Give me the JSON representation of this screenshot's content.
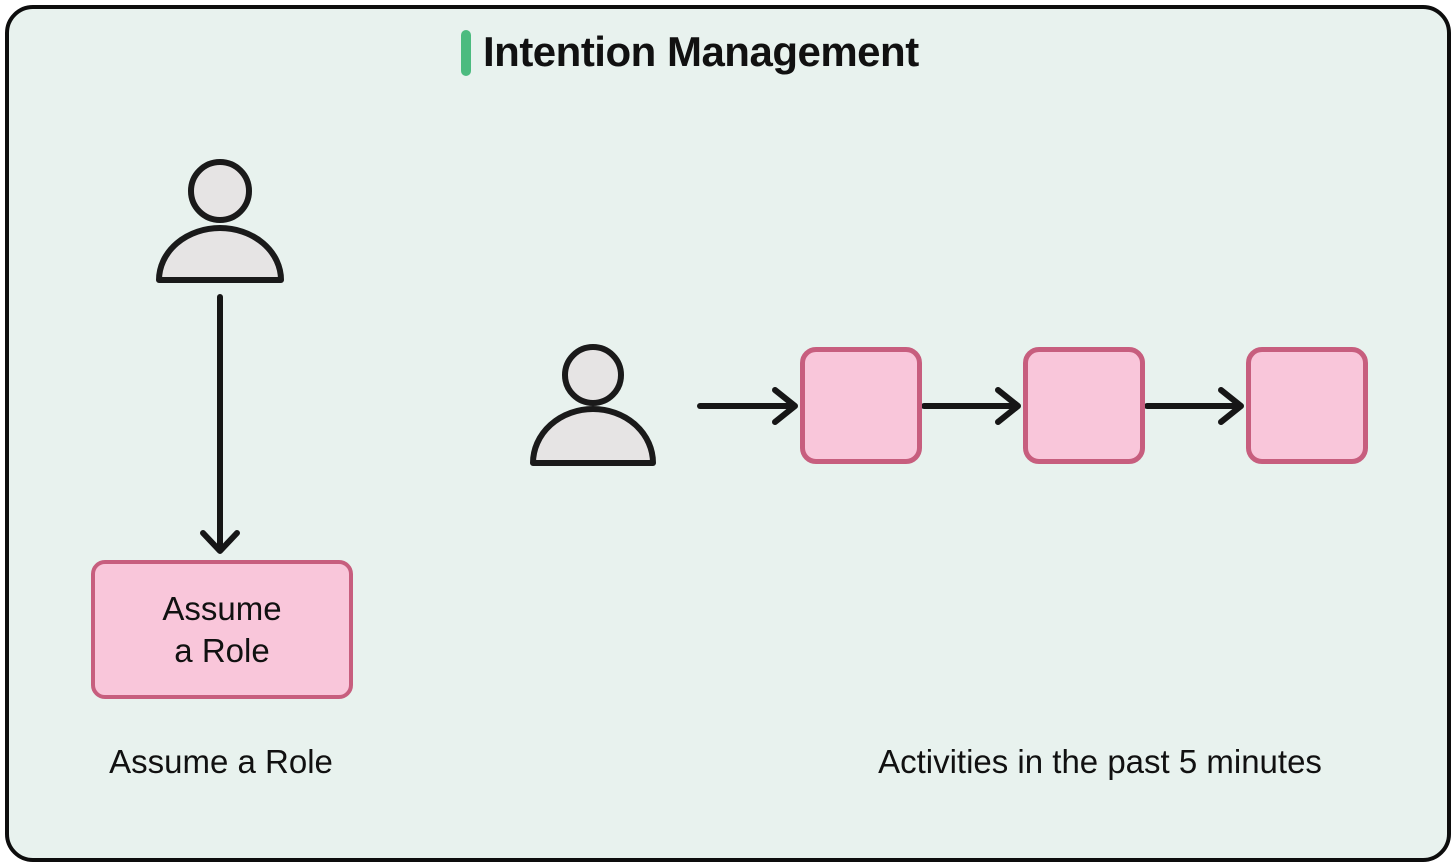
{
  "title": {
    "text": "Intention Management",
    "accent_color": "#4cbb7f"
  },
  "colors": {
    "canvas_background": "#ffffff",
    "card_background": "#e8f2ee",
    "card_border": "#0d0d0d",
    "box_fill": "#f9c6da",
    "box_border": "#c75e7e",
    "person_fill": "#e6e4e4",
    "line_stroke": "#161616",
    "text": "#111111"
  },
  "left_flow": {
    "person_icon": "person-icon",
    "role_box": {
      "line1": "Assume",
      "line2": "a Role"
    },
    "caption": "Assume a Role"
  },
  "right_flow": {
    "person_icon": "person-icon",
    "activity_box_count": 3,
    "caption": "Activities in the past 5 minutes"
  }
}
